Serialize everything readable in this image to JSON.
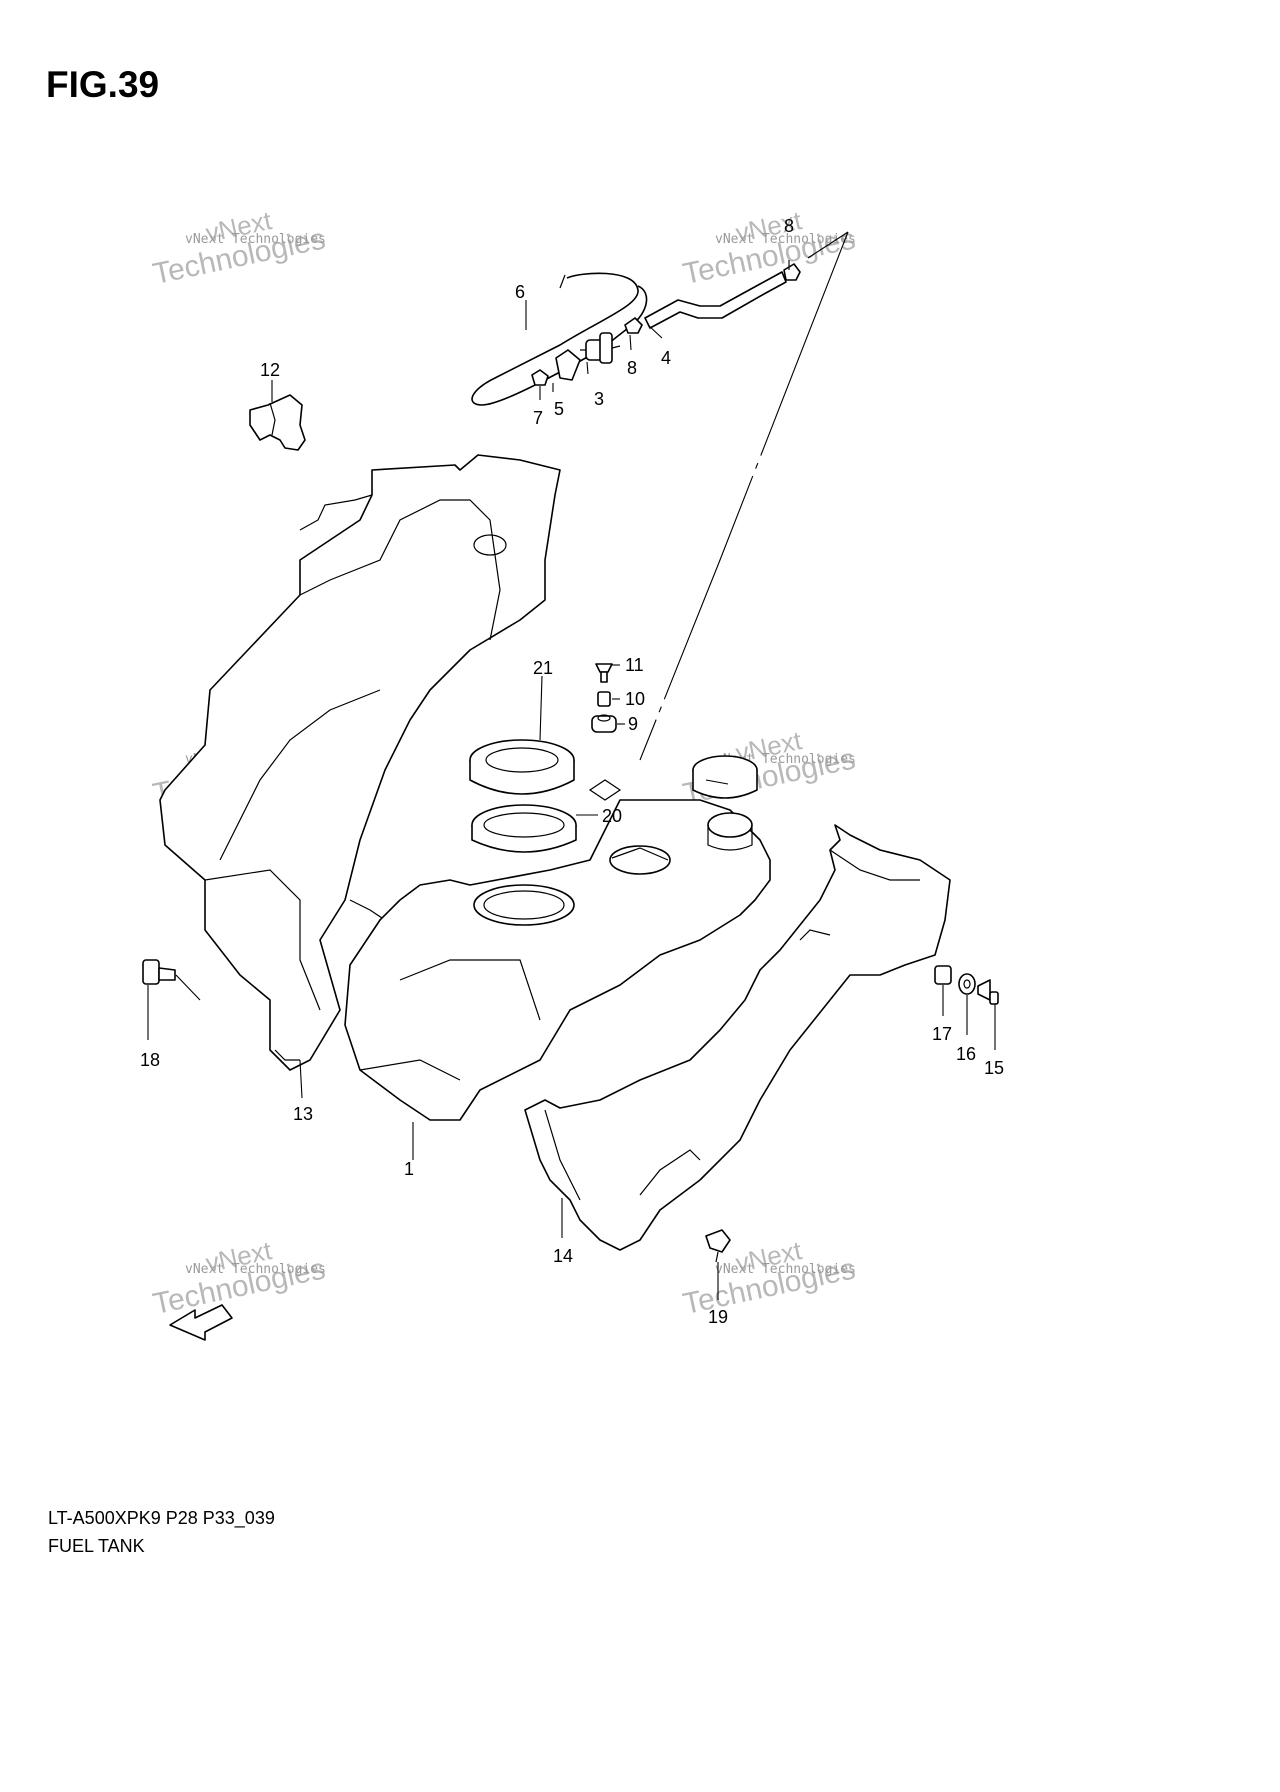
{
  "figure_title": "FIG.39",
  "footer": {
    "model_code": "LT-A500XPK9 P28 P33_039",
    "section_name": "FUEL TANK"
  },
  "watermark": {
    "line1": "vNext",
    "line2": "Technologies",
    "small": "vNext Technologies"
  },
  "parts": [
    {
      "id": "p1",
      "label": "1"
    },
    {
      "id": "p3",
      "label": "3"
    },
    {
      "id": "p4",
      "label": "4"
    },
    {
      "id": "p5",
      "label": "5"
    },
    {
      "id": "p6",
      "label": "6"
    },
    {
      "id": "p7",
      "label": "7"
    },
    {
      "id": "p8",
      "label": "8"
    },
    {
      "id": "p8b",
      "label": "8"
    },
    {
      "id": "p9",
      "label": "9"
    },
    {
      "id": "p10",
      "label": "10"
    },
    {
      "id": "p11",
      "label": "11"
    },
    {
      "id": "p12",
      "label": "12"
    },
    {
      "id": "p13",
      "label": "13"
    },
    {
      "id": "p14",
      "label": "14"
    },
    {
      "id": "p15",
      "label": "15"
    },
    {
      "id": "p16",
      "label": "16"
    },
    {
      "id": "p17",
      "label": "17"
    },
    {
      "id": "p18",
      "label": "18"
    },
    {
      "id": "p19",
      "label": "19"
    },
    {
      "id": "p20",
      "label": "20"
    },
    {
      "id": "p21",
      "label": "21"
    }
  ]
}
